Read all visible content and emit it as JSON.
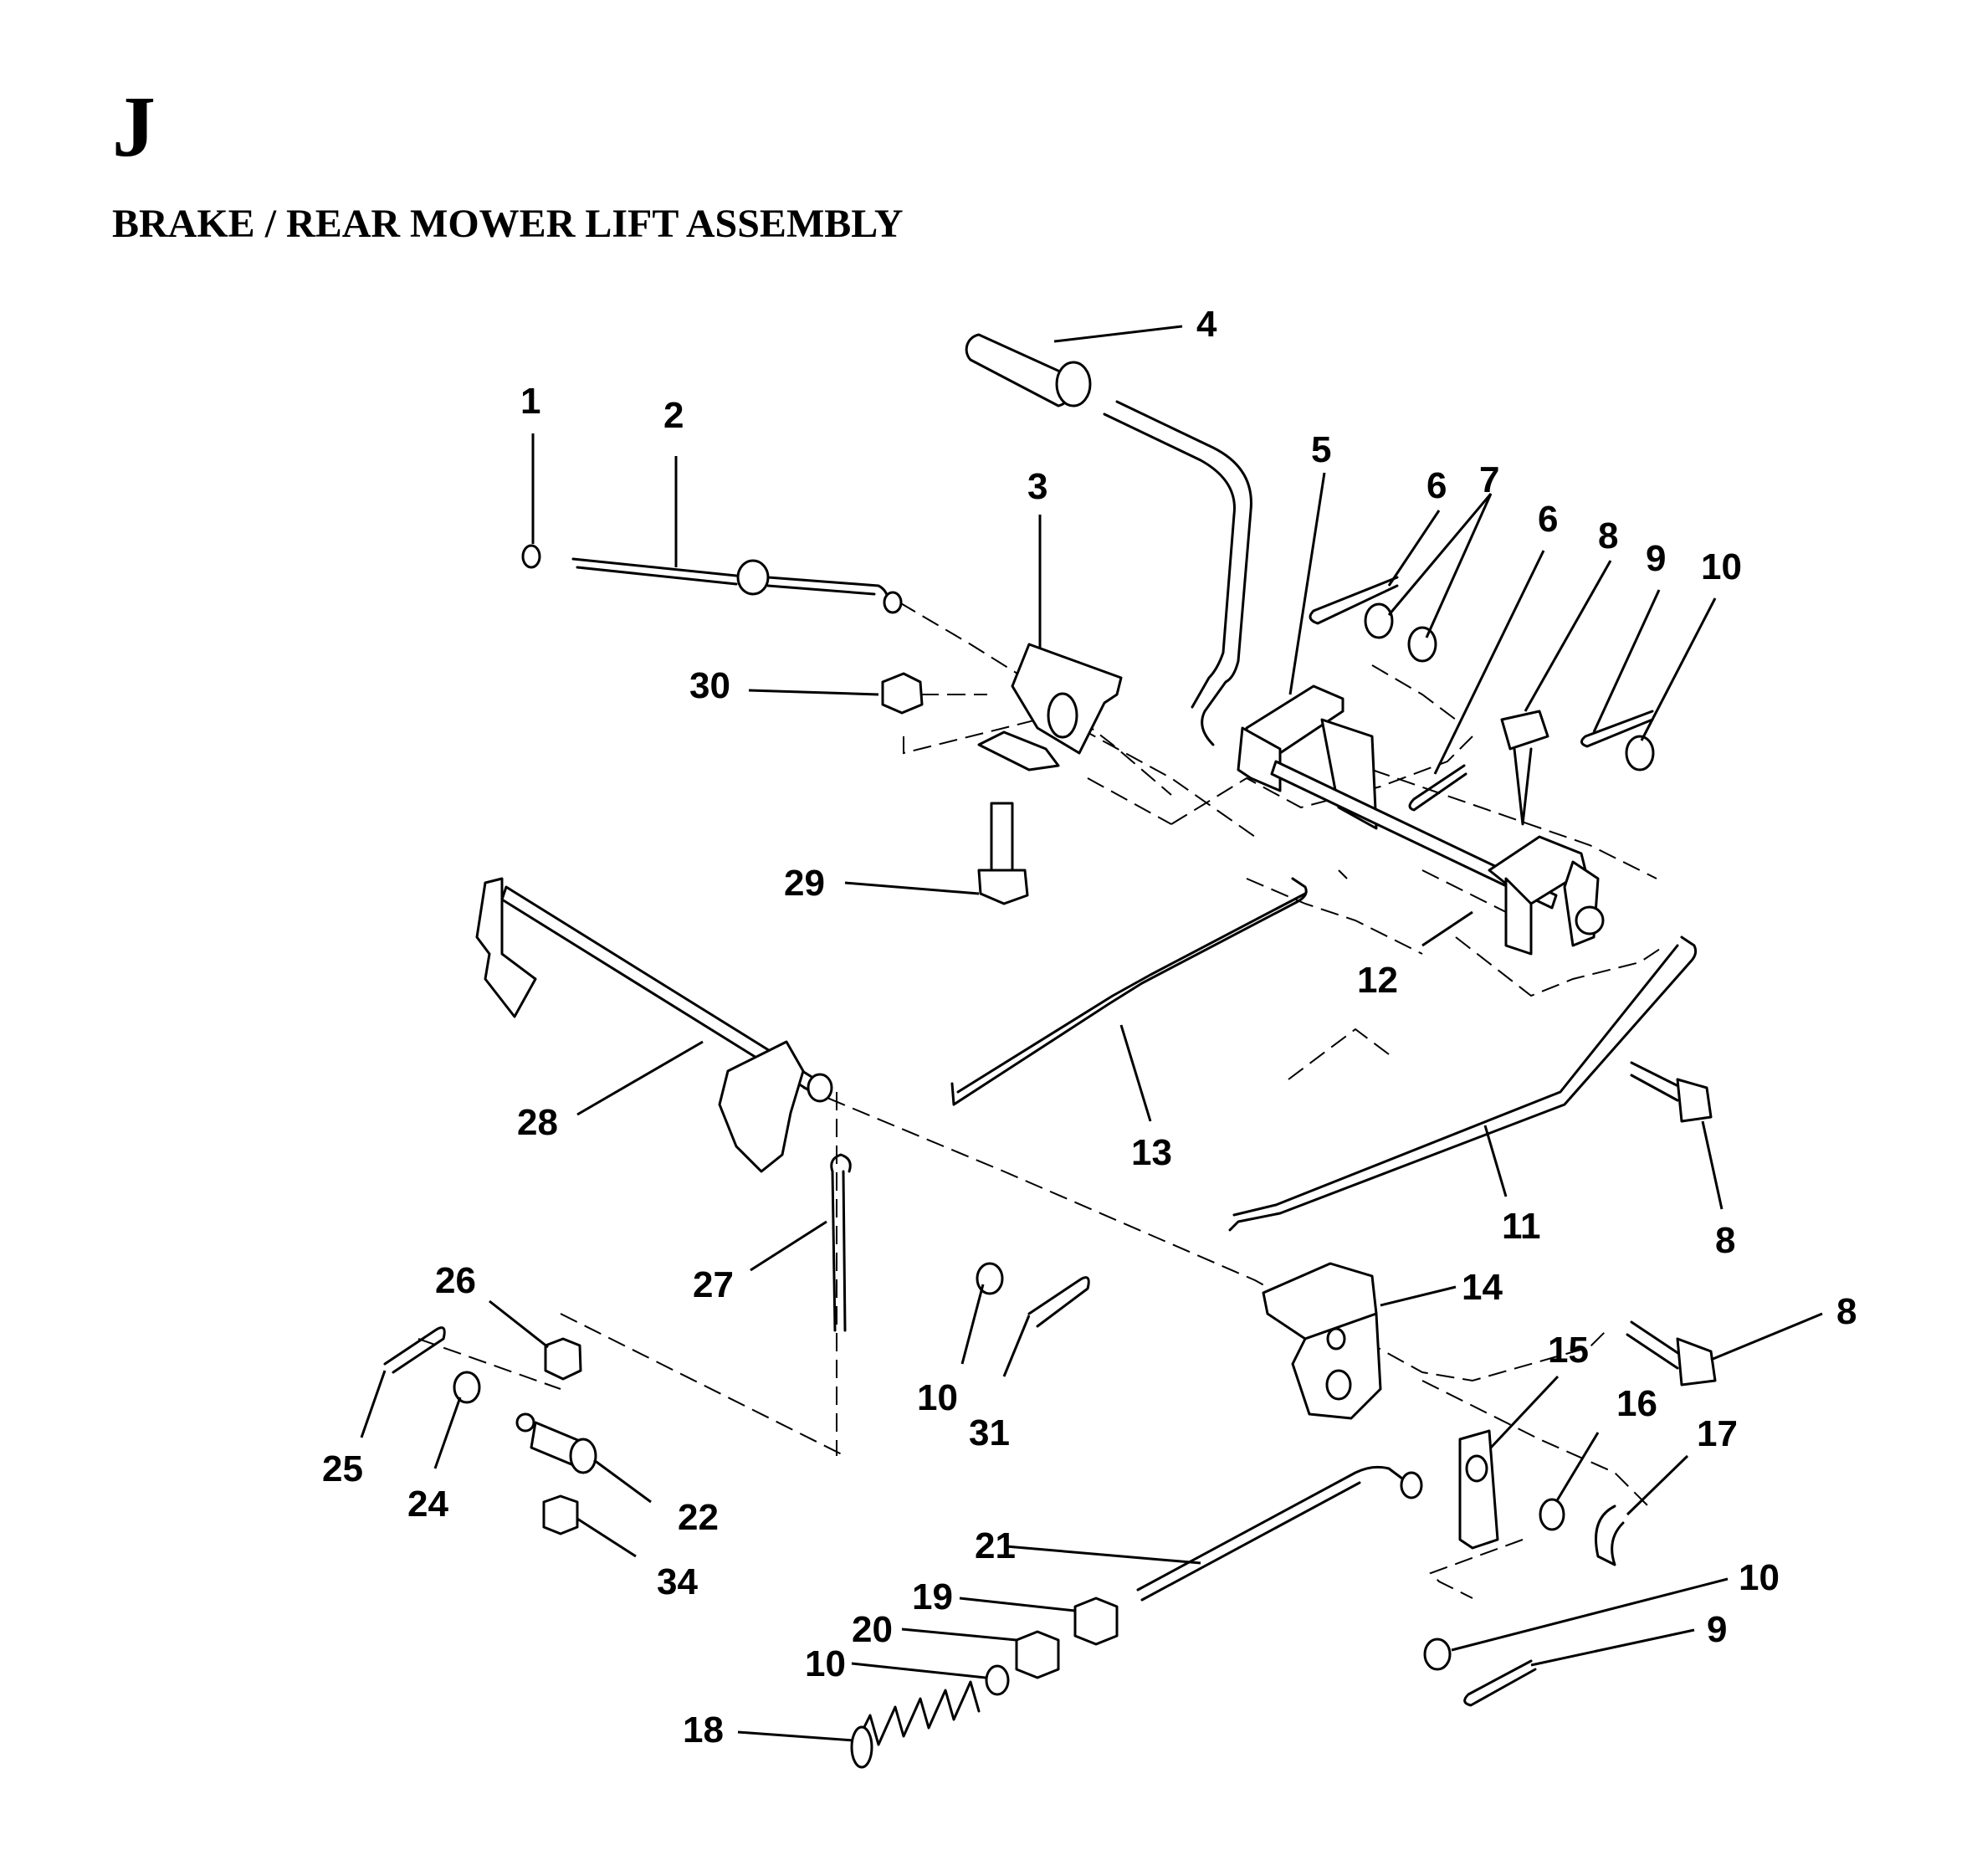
{
  "section_letter": "J",
  "title": "BRAKE / REAR MOWER LIFT ASSEMBLY",
  "callouts": [
    {
      "id": "c4",
      "label": "4"
    },
    {
      "id": "c1",
      "label": "1"
    },
    {
      "id": "c2",
      "label": "2"
    },
    {
      "id": "c5",
      "label": "5"
    },
    {
      "id": "c3",
      "label": "3"
    },
    {
      "id": "c6a",
      "label": "6"
    },
    {
      "id": "c7",
      "label": "7"
    },
    {
      "id": "c6b",
      "label": "6"
    },
    {
      "id": "c8a",
      "label": "8"
    },
    {
      "id": "c9a",
      "label": "9"
    },
    {
      "id": "c10a",
      "label": "10"
    },
    {
      "id": "c30",
      "label": "30"
    },
    {
      "id": "c29",
      "label": "29"
    },
    {
      "id": "c12",
      "label": "12"
    },
    {
      "id": "c28",
      "label": "28"
    },
    {
      "id": "c13",
      "label": "13"
    },
    {
      "id": "c11",
      "label": "11"
    },
    {
      "id": "c8b",
      "label": "8"
    },
    {
      "id": "c27",
      "label": "27"
    },
    {
      "id": "c26",
      "label": "26"
    },
    {
      "id": "c14",
      "label": "14"
    },
    {
      "id": "c8c",
      "label": "8"
    },
    {
      "id": "c10b",
      "label": "10"
    },
    {
      "id": "c31",
      "label": "31"
    },
    {
      "id": "c15",
      "label": "15"
    },
    {
      "id": "c16",
      "label": "16"
    },
    {
      "id": "c17",
      "label": "17"
    },
    {
      "id": "c25",
      "label": "25"
    },
    {
      "id": "c24",
      "label": "24"
    },
    {
      "id": "c22",
      "label": "22"
    },
    {
      "id": "c34",
      "label": "34"
    },
    {
      "id": "c21",
      "label": "21"
    },
    {
      "id": "c10c",
      "label": "10"
    },
    {
      "id": "c19",
      "label": "19"
    },
    {
      "id": "c20",
      "label": "20"
    },
    {
      "id": "c10d",
      "label": "10"
    },
    {
      "id": "c9b",
      "label": "9"
    },
    {
      "id": "c18",
      "label": "18"
    }
  ]
}
